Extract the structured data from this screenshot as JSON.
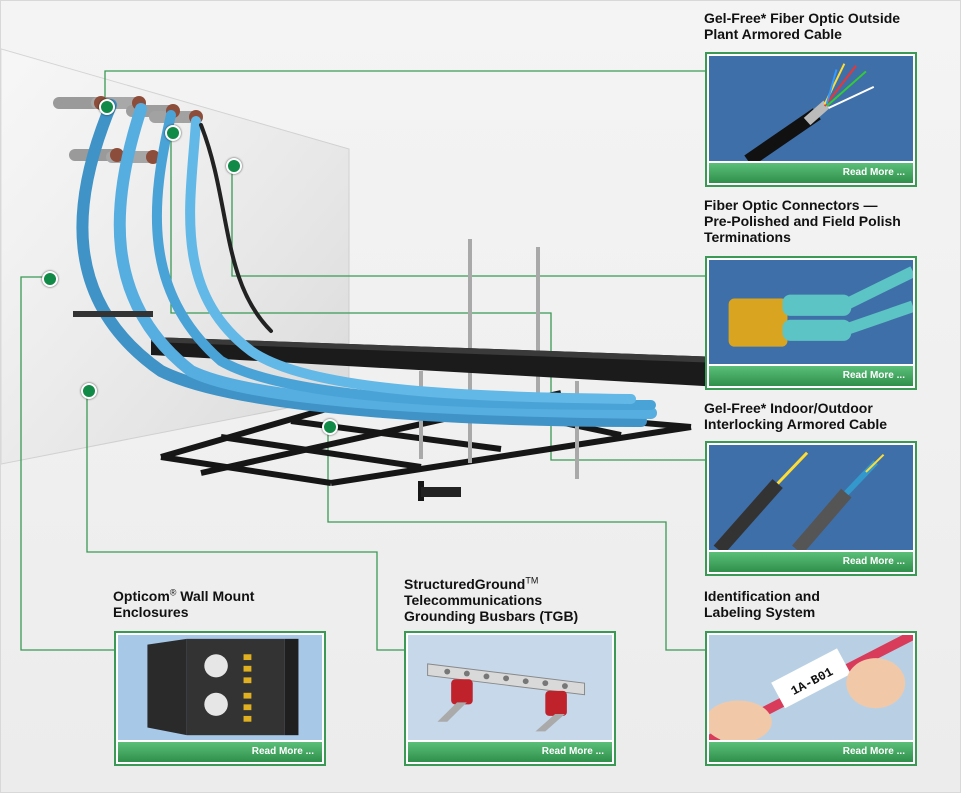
{
  "products": [
    {
      "title_line1": "Gel-Free* Fiber Optic Outside",
      "title_line2": "Plant Armored Cable",
      "read_more": "Read More ...",
      "image_icon": "armored-fiber-cable-image"
    },
    {
      "title_line1": "Fiber Optic Connectors —",
      "title_line2": "Pre-Polished and Field Polish",
      "title_line3": "Terminations",
      "read_more": "Read More ...",
      "image_icon": "fiber-connector-image"
    },
    {
      "title_line1": "Gel-Free* Indoor/Outdoor",
      "title_line2": "Interlocking Armored Cable",
      "read_more": "Read More ...",
      "image_icon": "interlocking-armored-cable-image"
    },
    {
      "title_line1": "Identification and",
      "title_line2": "Labeling System",
      "read_more": "Read More ...",
      "image_icon": "cable-label-image",
      "label_text": "1A-B01"
    },
    {
      "title_line1": "StructuredGround",
      "title_tm": "TM",
      "title_line2": "Telecommunications",
      "title_line3": "Grounding Busbars (TGB)",
      "read_more": "Read More ...",
      "image_icon": "grounding-busbar-image"
    },
    {
      "title_line1": "Opticom",
      "title_reg": "®",
      "title_line1_rest": " Wall Mount",
      "title_line2": "Enclosures",
      "read_more": "Read More ...",
      "image_icon": "wall-mount-enclosure-image"
    }
  ],
  "colors": {
    "accent": "#3a9a55",
    "hotspot": "#118a48",
    "cable": "#4aa3d6",
    "tray": "#1a1a1a",
    "card_bg": "#3f6fa8"
  }
}
